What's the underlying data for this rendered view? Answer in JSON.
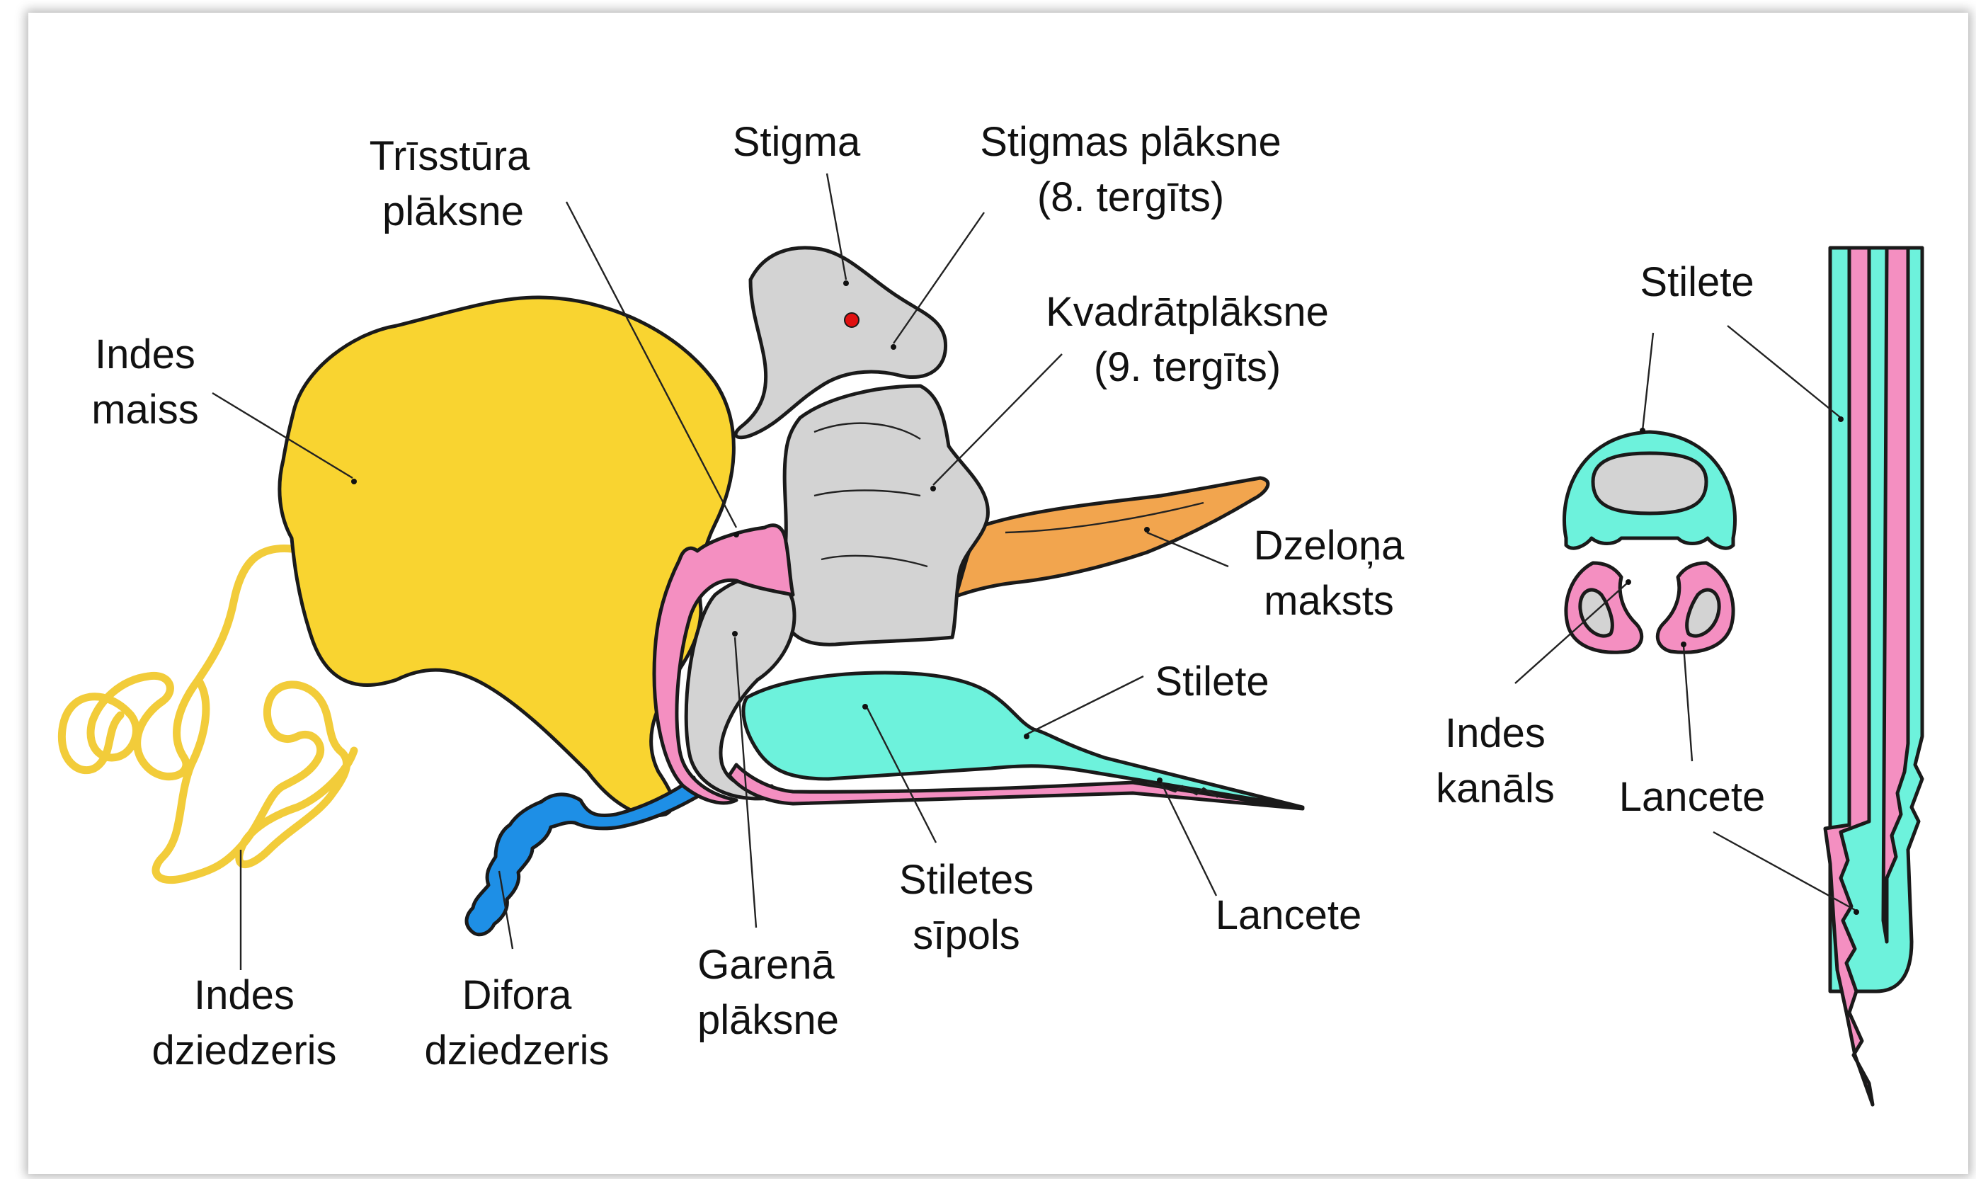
{
  "colors": {
    "venom_sac": "#F9D430",
    "venom_gland": "#F2CC3A",
    "plates": "#D3D3D3",
    "triangular_plate": "#F48FC1",
    "stylet": "#6DF2DC",
    "sheath": "#F2A54E",
    "dufour_gland": "#1E8FE6",
    "lancet": "#F48FC1",
    "stigma": "#E01010"
  },
  "labels": {
    "trisstura_l1": "Trīsstūra",
    "trisstura_l2": "plāksne",
    "stigma": "Stigma",
    "stigmas_l1": "Stigmas plāksne",
    "stigmas_l2": "(8. tergīts)",
    "kvadrat_l1": "Kvadrātplāksne",
    "kvadrat_l2": "(9. tergīts)",
    "indes_maiss_l1": "Indes",
    "indes_maiss_l2": "maiss",
    "dzelona_l1": "Dzeloņa",
    "dzelona_l2": "maksts",
    "stilete_main": "Stilete",
    "stiletes_l1": "Stiletes",
    "stiletes_l2": "sīpols",
    "lancete_main": "Lancete",
    "garena_l1": "Garenā",
    "garena_l2": "plāksne",
    "difora_l1": "Difora",
    "difora_l2": "dziedzeris",
    "indes_dz_l1": "Indes",
    "indes_dz_l2": "dziedzeris",
    "stilete_section": "Stilete",
    "indes_kanals_l1": "Indes",
    "indes_kanals_l2": "kanāls",
    "lancete_section": "Lancete"
  }
}
